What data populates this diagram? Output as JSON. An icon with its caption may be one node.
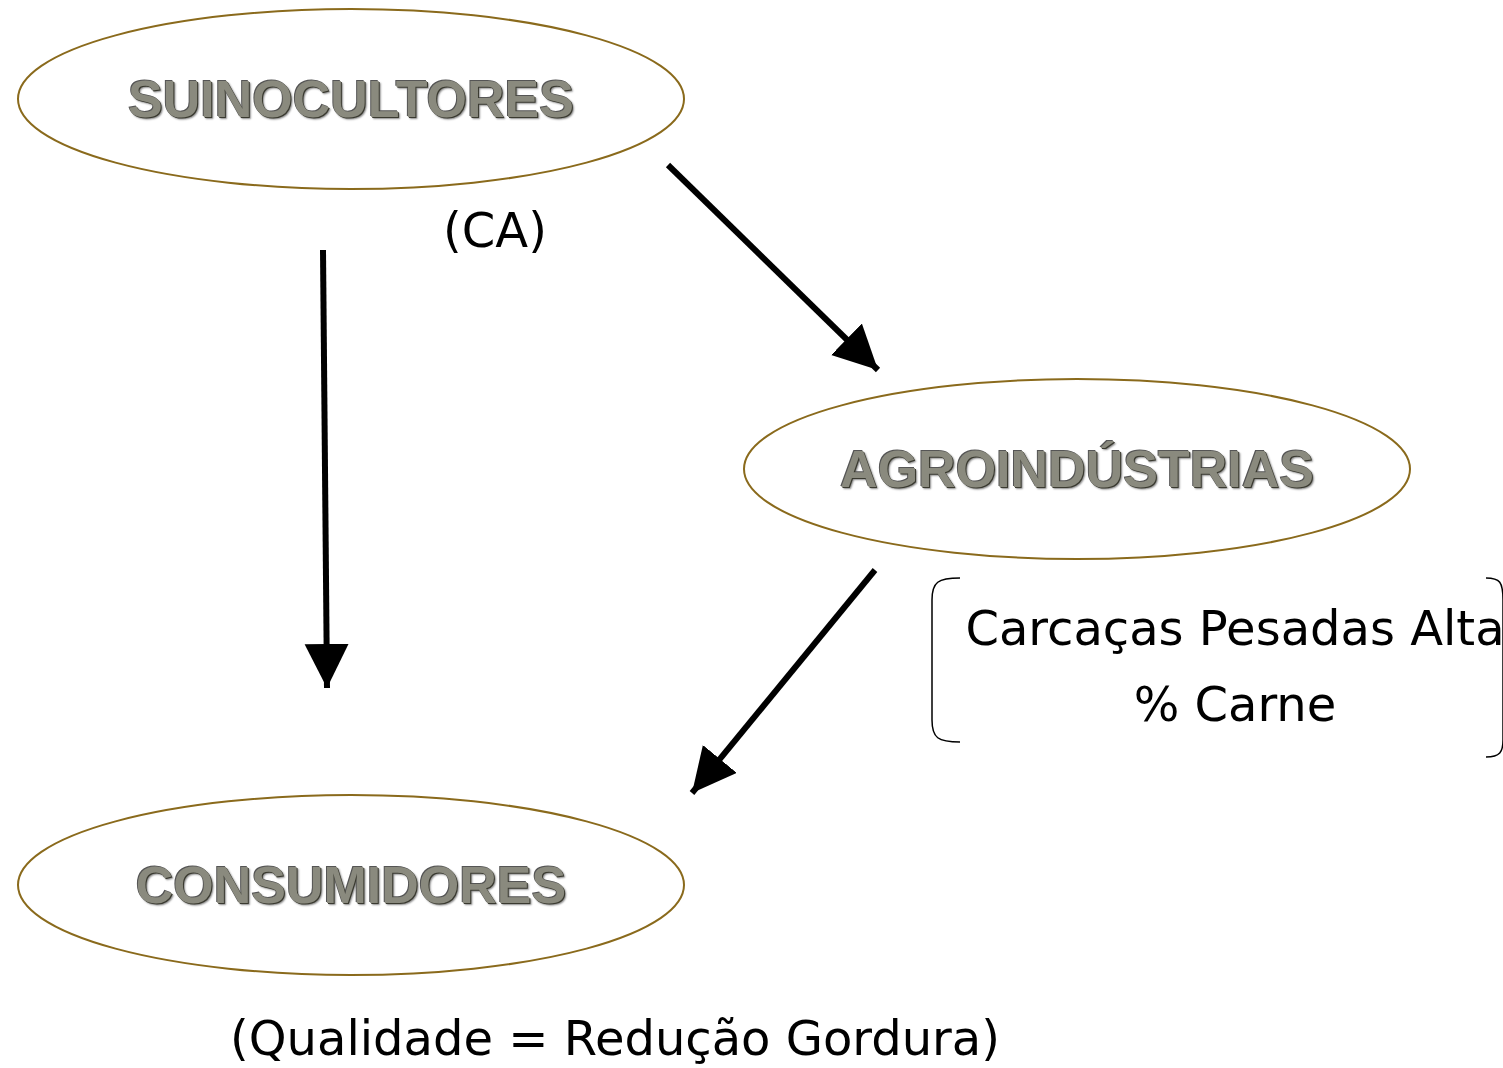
{
  "diagram": {
    "nodes": [
      {
        "text": [
          "SUINOCULTORES"
        ],
        "beside": [
          "(CA)"
        ]
      },
      {
        "text": [
          "AGROINDÚSTRIAS"
        ],
        "beside": [
          "Carcaças Pesadas Alta % Carne"
        ]
      },
      {
        "text": [
          "CONSUMIDORES"
        ],
        "beside": [
          "(Qualidade = Redução Gordura)"
        ]
      }
    ],
    "edges": [
      {
        "from": 0,
        "to": 1,
        "arrow": "to"
      },
      {
        "from": 0,
        "to": 2,
        "arrow": "to"
      },
      {
        "from": 1,
        "to": 2,
        "arrow": "to"
      }
    ]
  }
}
